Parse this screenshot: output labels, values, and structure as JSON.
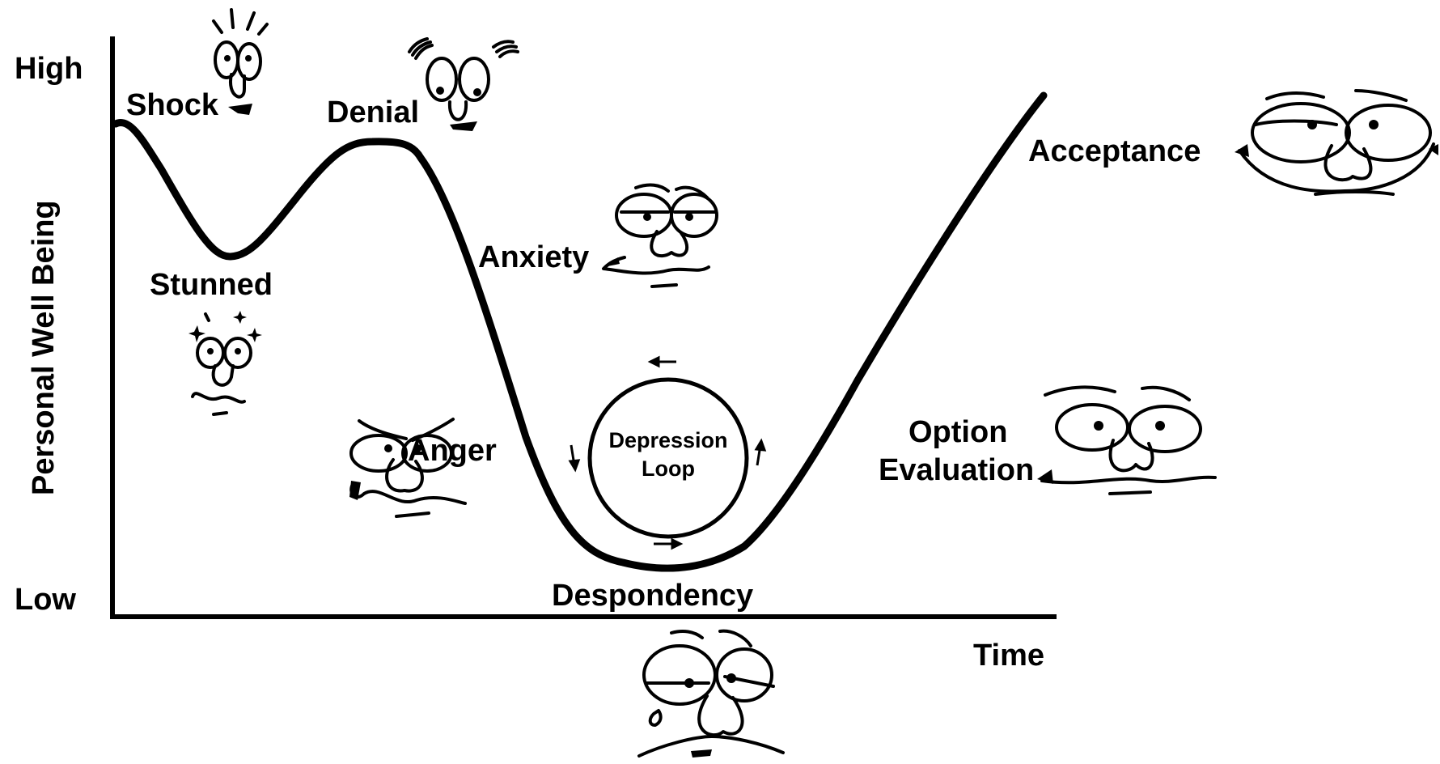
{
  "axes": {
    "y_title": "Personal Well Being",
    "y_high": "High",
    "y_low": "Low",
    "x_title": "Time"
  },
  "stages": {
    "shock": "Shock",
    "denial": "Denial",
    "stunned": "Stunned",
    "anxiety": "Anxiety",
    "anger": "Anger",
    "depression_loop_line1": "Depression",
    "depression_loop_line2": "Loop",
    "despondency": "Despondency",
    "option_line1": "Option",
    "option_line2": "Evaluation",
    "acceptance": "Acceptance"
  },
  "icons": [
    "shock-face-icon",
    "denial-face-icon",
    "stunned-face-icon",
    "anxiety-face-icon",
    "anger-face-icon",
    "despondency-face-icon",
    "option-evaluation-face-icon",
    "acceptance-face-icon",
    "loop-arrow-icon"
  ],
  "colors": {
    "ink": "#000000",
    "tear": "#1ec8d8",
    "background": "#ffffff"
  }
}
